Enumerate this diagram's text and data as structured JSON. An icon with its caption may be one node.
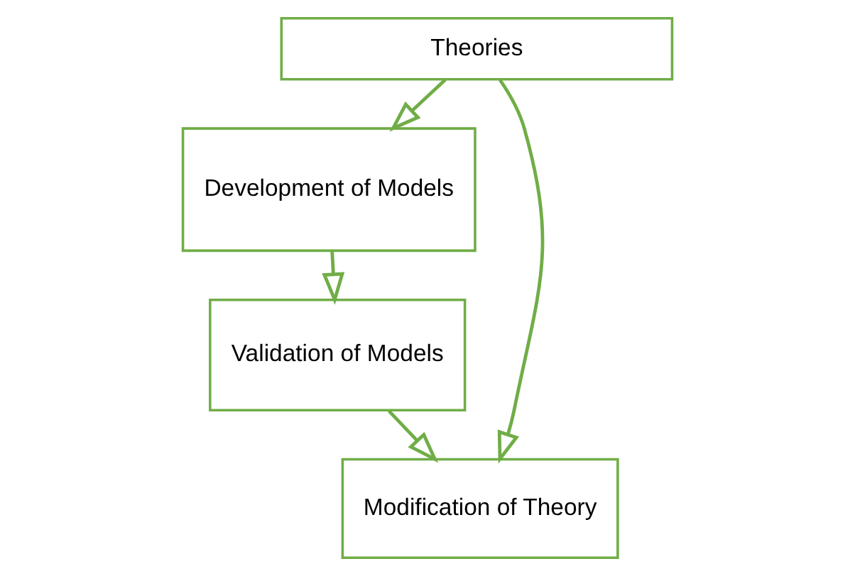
{
  "diagram": {
    "nodes": [
      {
        "text": [
          "Theories"
        ]
      },
      {
        "text": [
          "Development of Models"
        ]
      },
      {
        "text": [
          "Validation of Models"
        ]
      },
      {
        "text": [
          "Modification of Theory"
        ]
      }
    ],
    "edges": [
      {
        "from": 0,
        "to": 1,
        "arrow": "to"
      },
      {
        "from": 1,
        "to": 2,
        "arrow": "to"
      },
      {
        "from": 2,
        "to": 3,
        "arrow": "to"
      },
      {
        "from": 0,
        "to": 3,
        "arrow": "to"
      }
    ]
  }
}
